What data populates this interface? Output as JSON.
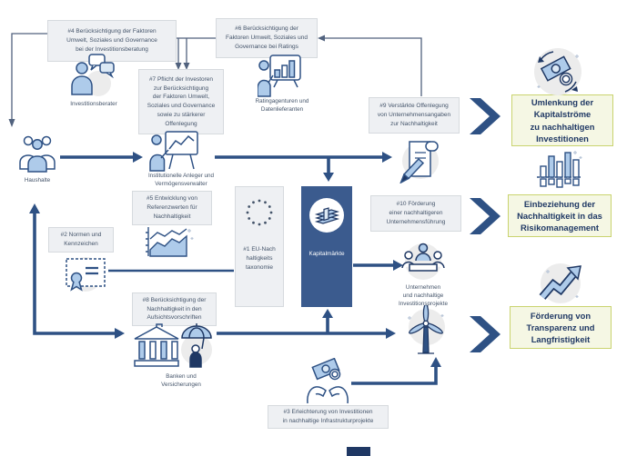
{
  "measures": {
    "m1": "#1 EU-Nach\nhaltigkeits\ntaxonomie",
    "m2": "#2 Normen und\nKennzeichen",
    "m3": "#3 Erleichterung von Investitionen\nin nachhaltige Infrastrukturprojekte",
    "m4": "#4 Berücksichtigung der Faktoren\nUmwelt, Soziales und Governance\nbei der Investitionsberatung",
    "m5": "#5 Entwicklung von\nReferenzwerten für\nNachhaltigkeit",
    "m6": "#6 Berücksichtigung der\nFaktoren Umwelt, Soziales und\nGovernance bei Ratings",
    "m7": "#7 Pflicht der Investoren\nzur Berücksichtigung\nder Faktoren Umwelt,\nSoziales und Governance\nsowie zu stärkerer\nOffenlegung",
    "m8": "#8 Berücksichtigung der\nNachhaltigkeit in den\nAufsichtsvorschriften",
    "m9": "#9 Verstärkte Offenlegung\nvon Unternehmensangaben\nzur Nachhaltigkeit",
    "m10": "#10 Förderung\neiner nachhaltigeren\nUnternehmensführung"
  },
  "actors": {
    "haushalte": "Haushalte",
    "investitionsberater": "Investitionsberater",
    "institutionelle": "Institutionelle Anleger und\nVermögensverwalter",
    "rating": "Ratingagenturen und\nDatenlieferanten",
    "banken": "Banken und\nVersicherungen",
    "unternehmen": "Unternehmen\nund nachhaltige\nInvestitionsprojekte",
    "kapitalmaerkte": "Kapitalmärkte"
  },
  "outcomes": {
    "o1": "Umlenkung der\nKapitalströme\nzu nachhaltigen\nInvestitionen",
    "o2": "Einbeziehung der\nNachhaltigkeit in das\nRisikomanagement",
    "o3": "Förderung von\nTransparenz und\nLangfristigkeit"
  },
  "colors": {
    "arrow": "#2e5184",
    "box_fill": "#eef0f3",
    "box_border": "#d6dade",
    "box_text": "#44546a",
    "outcome_fill": "#f5f7e4",
    "outcome_border": "#c9d36e",
    "outcome_text": "#1f3864",
    "capital_fill": "#3b5b8e",
    "icon_dark": "#2e5184",
    "icon_light": "#aecbea"
  }
}
